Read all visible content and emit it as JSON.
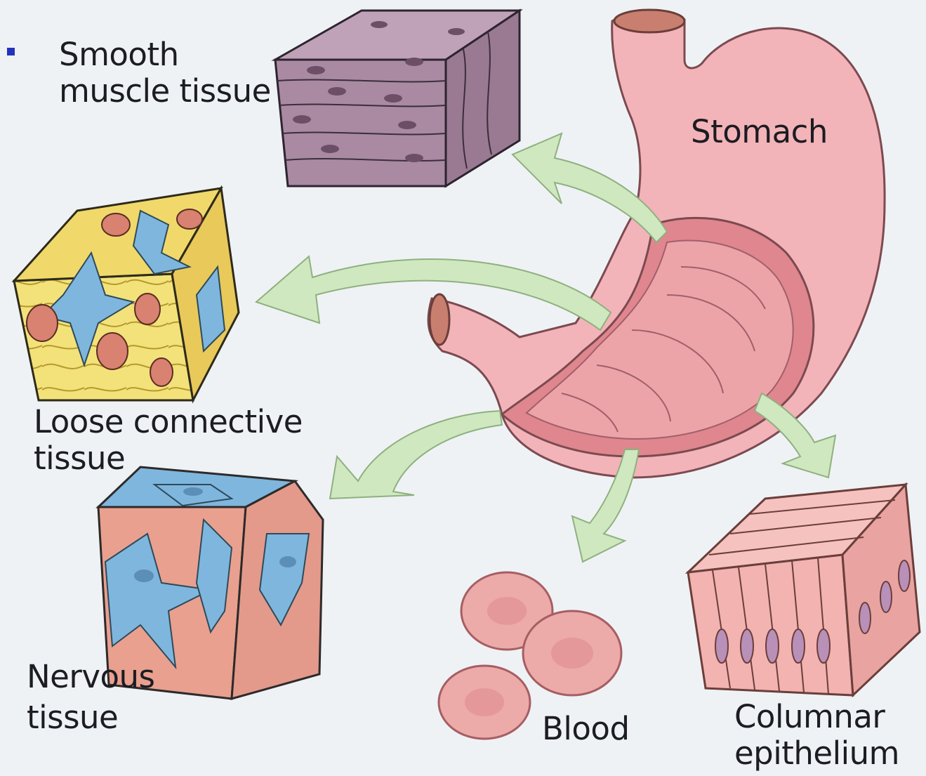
{
  "labels": {
    "smooth_muscle": [
      "Smooth",
      "muscle tissue"
    ],
    "stomach": [
      "Stomach"
    ],
    "loose_connective": [
      "Loose connective",
      "tissue"
    ],
    "nervous": [
      "Nervous",
      "tissue"
    ],
    "blood": [
      "Blood"
    ],
    "columnar": [
      "Columnar",
      "epithelium"
    ]
  },
  "colors": {
    "stomach_fill": "#f2b4b8",
    "stomach_inner": "#e7959b",
    "arrow_fill": "#cfe8bf",
    "smooth_muscle": "#a98aa2",
    "connective_yellow": "#f3e27a",
    "nerve_blue": "#7fb6dd",
    "tissue_pink": "#e9a08f",
    "blood_cell": "#ecaaa9",
    "epithelium": "#f2b3b1",
    "bullet": "#2233bb"
  }
}
